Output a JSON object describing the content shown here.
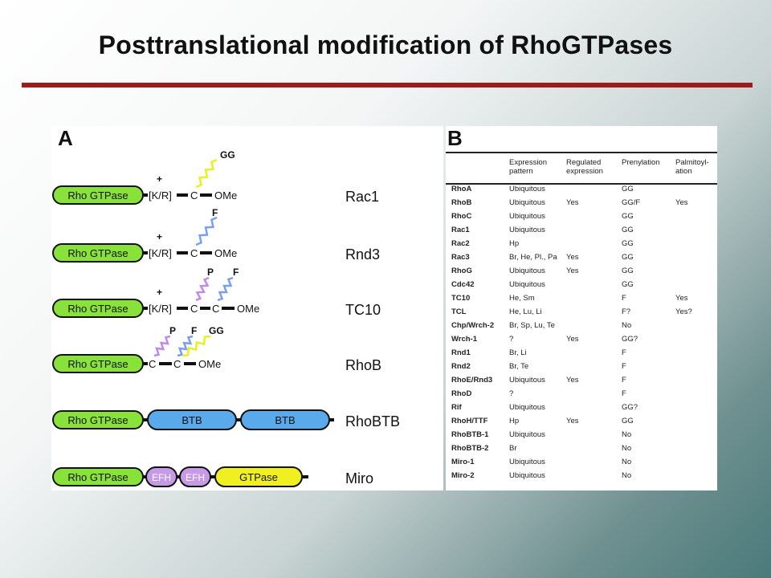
{
  "title": "Posttranslational modification of RhoGTPases",
  "colors": {
    "title_rule": "#9e1b1b",
    "domain_green": "#88e23a",
    "btb_blue": "#5aa9ea",
    "efh_purple": "#c79ae6",
    "gtpase_yellow": "#f0f020",
    "zig_yellow": "#e8f020",
    "zig_blue": "#7a9ef0",
    "zig_purple": "#c08ae8"
  },
  "panel_a": {
    "letter": "A",
    "rows": [
      {
        "name": "Rac1",
        "domain": "Rho GTPase",
        "plus": "+",
        "motif": "[K/R]",
        "c1": "C",
        "ome": "OMe",
        "lipids": [
          "GG"
        ]
      },
      {
        "name": "Rnd3",
        "domain": "Rho GTPase",
        "plus": "+",
        "motif": "[K/R]",
        "c1": "C",
        "ome": "OMe",
        "lipids": [
          "F"
        ]
      },
      {
        "name": "TC10",
        "domain": "Rho GTPase",
        "plus": "+",
        "motif": "[K/R]",
        "c1": "C",
        "c2": "C",
        "ome": "OMe",
        "lipids": [
          "P",
          "F"
        ]
      },
      {
        "name": "RhoB",
        "domain": "Rho GTPase",
        "c1": "C",
        "c2": "C",
        "ome": "OMe",
        "lipids": [
          "P",
          "F",
          "GG"
        ]
      },
      {
        "name": "RhoBTB",
        "domain": "Rho GTPase",
        "btb1": "BTB",
        "btb2": "BTB"
      },
      {
        "name": "Miro",
        "domain": "Rho GTPase",
        "efh1": "EFH",
        "efh2": "EFH",
        "gtpase": "GTPase"
      }
    ]
  },
  "panel_b": {
    "letter": "B",
    "headers": {
      "expression": [
        "Expression",
        "pattern"
      ],
      "regulated": [
        "Regulated",
        "expression"
      ],
      "prenylation": [
        "Prenylation"
      ],
      "palmitoylation": [
        "Palmitoyl-",
        "ation"
      ]
    },
    "rows": [
      {
        "name": "RhoA",
        "expression": "Ubiquitous",
        "regulated": "",
        "prenylation": "GG",
        "palmitoylation": ""
      },
      {
        "name": "RhoB",
        "expression": "Ubiquitous",
        "regulated": "Yes",
        "prenylation": "GG/F",
        "palmitoylation": "Yes"
      },
      {
        "name": "RhoC",
        "expression": "Ubiquitous",
        "regulated": "",
        "prenylation": "GG",
        "palmitoylation": ""
      },
      {
        "name": "Rac1",
        "expression": "Ubiquitous",
        "regulated": "",
        "prenylation": "GG",
        "palmitoylation": ""
      },
      {
        "name": "Rac2",
        "expression": "Hp",
        "regulated": "",
        "prenylation": "GG",
        "palmitoylation": ""
      },
      {
        "name": "Rac3",
        "expression": "Br, He, Pl., Pa",
        "regulated": "Yes",
        "prenylation": "GG",
        "palmitoylation": ""
      },
      {
        "name": "RhoG",
        "expression": "Ubiquitous",
        "regulated": "Yes",
        "prenylation": "GG",
        "palmitoylation": ""
      },
      {
        "name": "Cdc42",
        "expression": "Ubiquitous",
        "regulated": "",
        "prenylation": "GG",
        "palmitoylation": ""
      },
      {
        "name": "TC10",
        "expression": "He, Sm",
        "regulated": "",
        "prenylation": "F",
        "palmitoylation": "Yes"
      },
      {
        "name": "TCL",
        "expression": "He, Lu, Li",
        "regulated": "",
        "prenylation": "F?",
        "palmitoylation": "Yes?"
      },
      {
        "name": "Chp/Wrch-2",
        "expression": "Br, Sp, Lu, Te",
        "regulated": "",
        "prenylation": "No",
        "palmitoylation": ""
      },
      {
        "name": "Wrch-1",
        "expression": "?",
        "regulated": "Yes",
        "prenylation": "GG?",
        "palmitoylation": ""
      },
      {
        "name": "Rnd1",
        "expression": "Br, Li",
        "regulated": "",
        "prenylation": "F",
        "palmitoylation": ""
      },
      {
        "name": "Rnd2",
        "expression": "Br, Te",
        "regulated": "",
        "prenylation": "F",
        "palmitoylation": ""
      },
      {
        "name": "RhoE/Rnd3",
        "expression": "Ubiquitous",
        "regulated": "Yes",
        "prenylation": "F",
        "palmitoylation": ""
      },
      {
        "name": "RhoD",
        "expression": "?",
        "regulated": "",
        "prenylation": "F",
        "palmitoylation": ""
      },
      {
        "name": "Rif",
        "expression": "Ubiquitous",
        "regulated": "",
        "prenylation": "GG?",
        "palmitoylation": ""
      },
      {
        "name": "RhoH/TTF",
        "expression": "Hp",
        "regulated": "Yes",
        "prenylation": "GG",
        "palmitoylation": ""
      },
      {
        "name": "RhoBTB-1",
        "expression": "Ubiquitous",
        "regulated": "",
        "prenylation": "No",
        "palmitoylation": ""
      },
      {
        "name": "RhoBTB-2",
        "expression": "Br",
        "regulated": "",
        "prenylation": "No",
        "palmitoylation": ""
      },
      {
        "name": "Miro-1",
        "expression": "Ubiquitous",
        "regulated": "",
        "prenylation": "No",
        "palmitoylation": ""
      },
      {
        "name": "Miro-2",
        "expression": "Ubiquitous",
        "regulated": "",
        "prenylation": "No",
        "palmitoylation": ""
      }
    ]
  }
}
